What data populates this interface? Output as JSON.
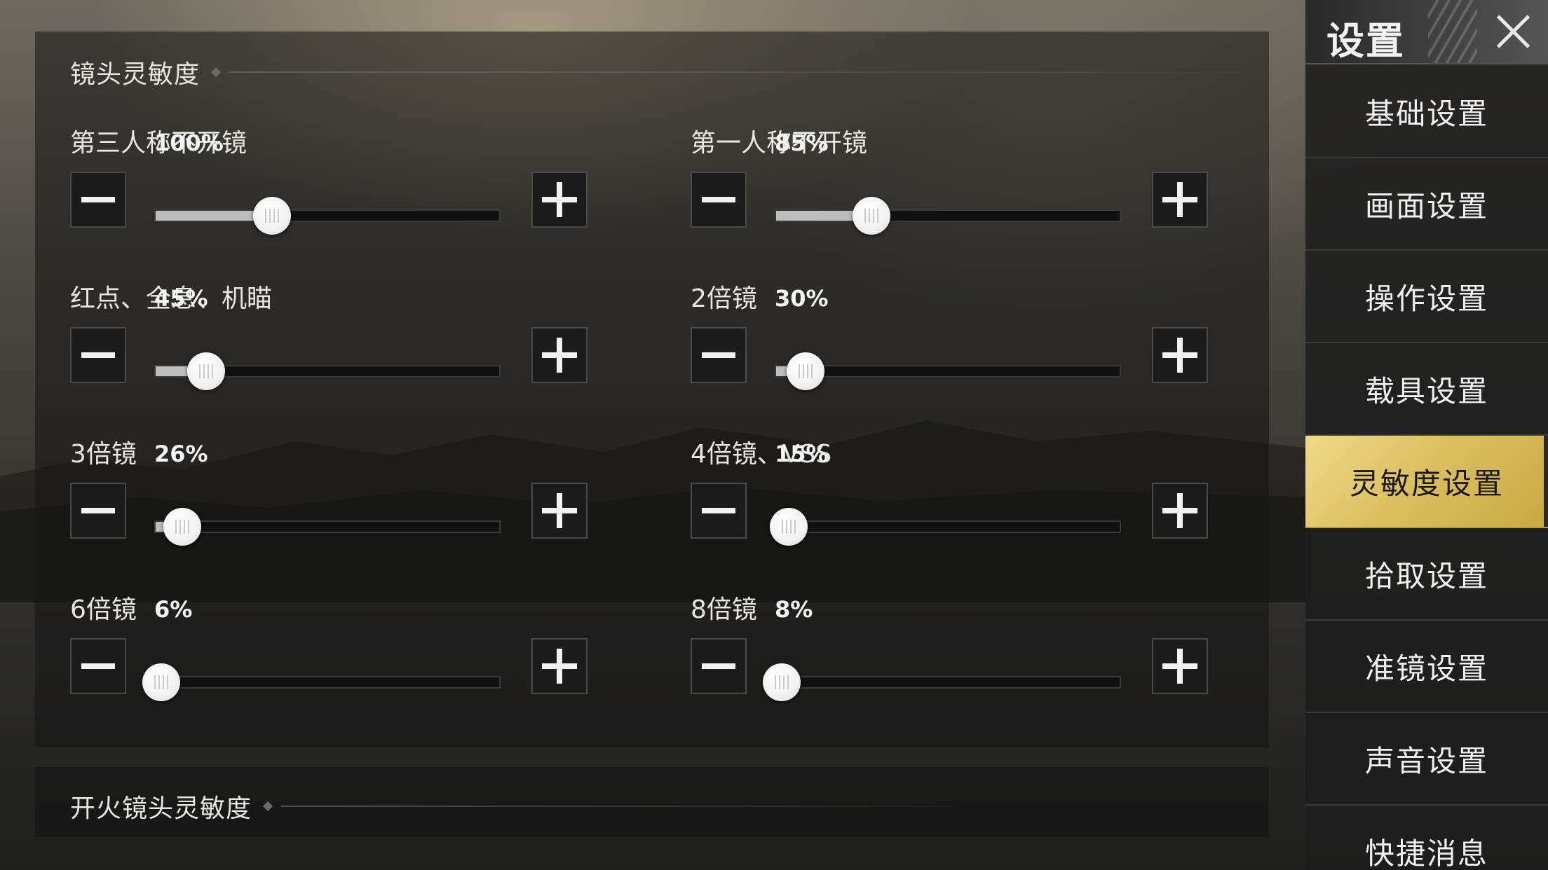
{
  "sidebar": {
    "title": "设置",
    "items": [
      {
        "label": "基础设置",
        "active": false
      },
      {
        "label": "画面设置",
        "active": false
      },
      {
        "label": "操作设置",
        "active": false
      },
      {
        "label": "载具设置",
        "active": false
      },
      {
        "label": "灵敏度设置",
        "active": true
      },
      {
        "label": "拾取设置",
        "active": false
      },
      {
        "label": "准镜设置",
        "active": false
      },
      {
        "label": "声音设置",
        "active": false
      },
      {
        "label": "快捷消息",
        "active": false
      }
    ]
  },
  "camera_section": {
    "title": "镜头灵敏度",
    "sliders": [
      {
        "label": "第三人称不开镜",
        "value_text": "100%",
        "fraction": 0.34
      },
      {
        "label": "第一人称不开镜",
        "value_text": "85%",
        "fraction": 0.28
      },
      {
        "label": "红点、全息、机瞄",
        "value_text": "45%",
        "fraction": 0.15
      },
      {
        "label": "2倍镜",
        "value_text": "30%",
        "fraction": 0.09
      },
      {
        "label": "3倍镜",
        "value_text": "26%",
        "fraction": 0.08
      },
      {
        "label": "4倍镜、VSS",
        "value_text": "15%",
        "fraction": 0.04
      },
      {
        "label": "6倍镜",
        "value_text": "6%",
        "fraction": 0.02
      },
      {
        "label": "8倍镜",
        "value_text": "8%",
        "fraction": 0.02
      }
    ]
  },
  "fire_section": {
    "title": "开火镜头灵敏度"
  },
  "colors": {
    "accent_gold": "#dcc060",
    "slider_fill": "#bdbdbd",
    "button_bg": "#1b1b1b"
  }
}
